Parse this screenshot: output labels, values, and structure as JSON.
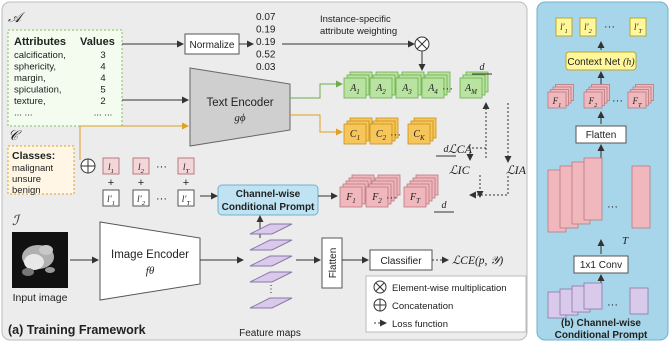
{
  "attributes": {
    "set_symbol": "𝒜",
    "col_attr": "Attributes",
    "col_vals": "Values",
    "rows": [
      {
        "name": "calcification,",
        "value": "3"
      },
      {
        "name": "sphericity,",
        "value": "4"
      },
      {
        "name": "margin,",
        "value": "4"
      },
      {
        "name": "spiculation,",
        "value": "5"
      },
      {
        "name": "texture,",
        "value": "2"
      },
      {
        "name": "... ...",
        "value": "... ..."
      }
    ]
  },
  "weights": [
    "0.07",
    "0.19",
    "0.19",
    "0.52",
    "0.03"
  ],
  "normalize_label": "Normalize",
  "weighting_label_1": "Instance-specific",
  "weighting_label_2": "attribute weighting",
  "text_encoder": {
    "label": "Text Encoder",
    "symbol": "gϕ"
  },
  "image_encoder": {
    "label": "Image Encoder",
    "symbol": "fθ"
  },
  "classes": {
    "set_symbol": "𝒞",
    "title": "Classes",
    "items": [
      "malignant",
      "unsure",
      "benign"
    ]
  },
  "image_symbol": "ℐ",
  "input_image_label": "Input image",
  "a_labels": [
    "A1",
    "A2",
    "A3",
    "A4",
    "AM"
  ],
  "c_labels": [
    "C1",
    "C2",
    "CK"
  ],
  "f_labels": [
    "F1",
    "F2",
    "FT"
  ],
  "l_labels": [
    "l1",
    "l2",
    "lT"
  ],
  "lprime_labels": [
    "l′1",
    "l′2",
    "l′T"
  ],
  "dim_label": "d",
  "losses": {
    "ca": "ℒCA",
    "ic": "ℒIC",
    "ia": "ℒIA",
    "ce": "ℒCE(p, 𝒴)"
  },
  "prompt_box": {
    "line1": "Channel-wise",
    "line2": "Conditional Prompt"
  },
  "feature_maps_label": "Feature maps",
  "flatten_label": "Flatten",
  "classifier_label": "Classifier",
  "legend": {
    "mult": "Element-wise multiplication",
    "concat": "Concatenation",
    "loss": "Loss function"
  },
  "panel_a_caption": "(a) Training Framework",
  "panel_b": {
    "caption_1": "(b) Channel-wise",
    "caption_2": "Conditional Prompt",
    "context_net": "Context Net",
    "context_sym": "(h)",
    "flatten": "Flatten",
    "conv": "1x1 Conv",
    "t_label": "T",
    "dots": "···"
  },
  "colors": {
    "green": "#b9e3a0",
    "orange": "#f7c65a",
    "pink": "#f0b7bd",
    "lavender": "#d9c9ea",
    "yellow": "#fff79a",
    "prompt_blue": "#bfe3f2",
    "panel_bg": "#ececec",
    "panel_b_bg": "#a7d6ea"
  }
}
